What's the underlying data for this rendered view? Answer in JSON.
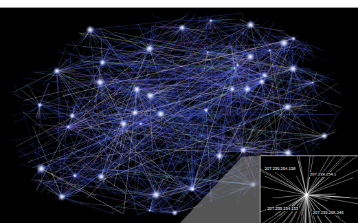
{
  "diagram": {
    "labels": [
      "207.239.254.138",
      "207.239.254.1",
      "207.239.254.133",
      "207.239.255.245"
    ]
  }
}
